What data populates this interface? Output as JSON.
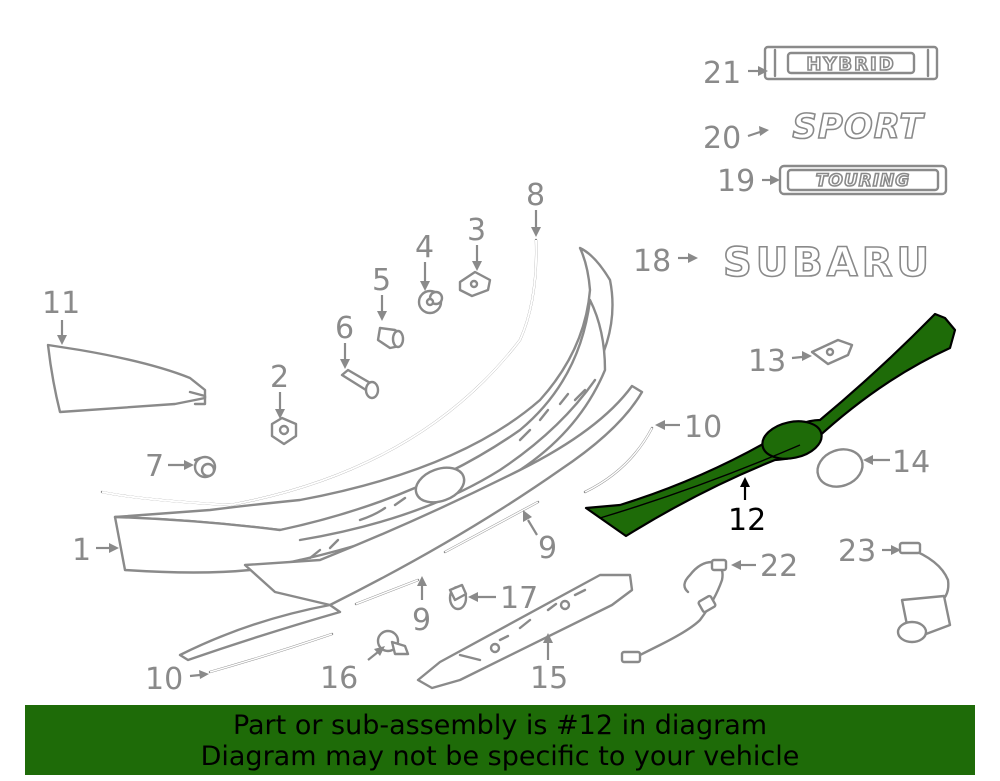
{
  "highlight_color": "#1e6b08",
  "emblems": {
    "hybrid": "HYBRID",
    "sport": "SPORT",
    "touring": "TOURING",
    "subaru": "SUBARU"
  },
  "callouts": {
    "c1": "1",
    "c2": "2",
    "c3": "3",
    "c4": "4",
    "c5": "5",
    "c6": "6",
    "c7": "7",
    "c8": "8",
    "c9a": "9",
    "c9b": "9",
    "c10a": "10",
    "c10b": "10",
    "c11": "11",
    "c12": "12",
    "c13": "13",
    "c14": "14",
    "c15": "15",
    "c16": "16",
    "c17": "17",
    "c18": "18",
    "c19": "19",
    "c20": "20",
    "c21": "21",
    "c22": "22",
    "c23": "23"
  },
  "banner": {
    "line1": "Part or sub-assembly is #12 in diagram",
    "line2": "Diagram may not be specific to your vehicle"
  }
}
